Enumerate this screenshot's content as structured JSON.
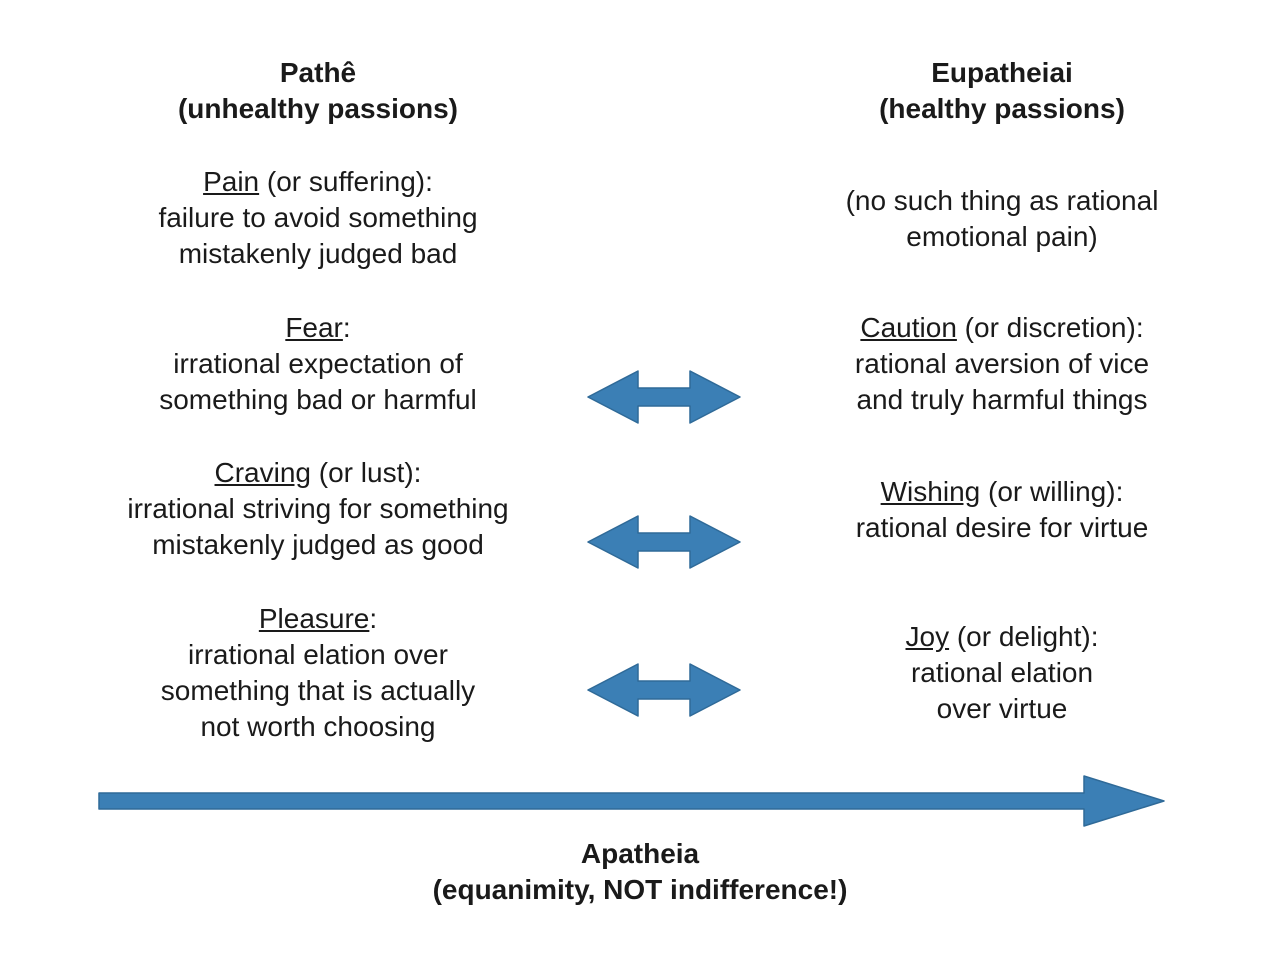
{
  "left_heading": {
    "line1": "Pathê",
    "line2": "(unhealthy passions)"
  },
  "right_heading": {
    "line1": "Eupatheiai",
    "line2": "(healthy passions)"
  },
  "left_items": [
    {
      "term": "Pain",
      "suffix": " (or suffering):",
      "lines": [
        "failure to avoid something",
        "mistakenly judged bad"
      ]
    },
    {
      "term": "Fear",
      "suffix": ":",
      "lines": [
        "irrational expectation of",
        "something bad or harmful"
      ]
    },
    {
      "term": "Craving",
      "suffix": " (or lust):",
      "lines": [
        "irrational striving for something",
        "mistakenly judged as good"
      ]
    },
    {
      "term": "Pleasure",
      "suffix": ":",
      "lines": [
        "irrational elation over",
        "something that is actually",
        "not worth choosing"
      ]
    }
  ],
  "right_items": [
    {
      "term": "",
      "suffix": "",
      "lines": [
        "(no such thing as rational",
        "emotional pain)"
      ]
    },
    {
      "term": "Caution",
      "suffix": " (or discretion):",
      "lines": [
        "rational aversion of vice",
        "and truly harmful things"
      ]
    },
    {
      "term": "Wishing",
      "suffix": " (or willing):",
      "lines": [
        "rational desire for virtue"
      ]
    },
    {
      "term": "Joy",
      "suffix": " (or delight):",
      "lines": [
        "rational elation",
        "over virtue"
      ]
    }
  ],
  "footer": {
    "line1": "Apatheia",
    "line2": "(equanimity, NOT indifference!)"
  },
  "colors": {
    "arrow": "#3b7fb5",
    "text": "#1a1a1a"
  }
}
